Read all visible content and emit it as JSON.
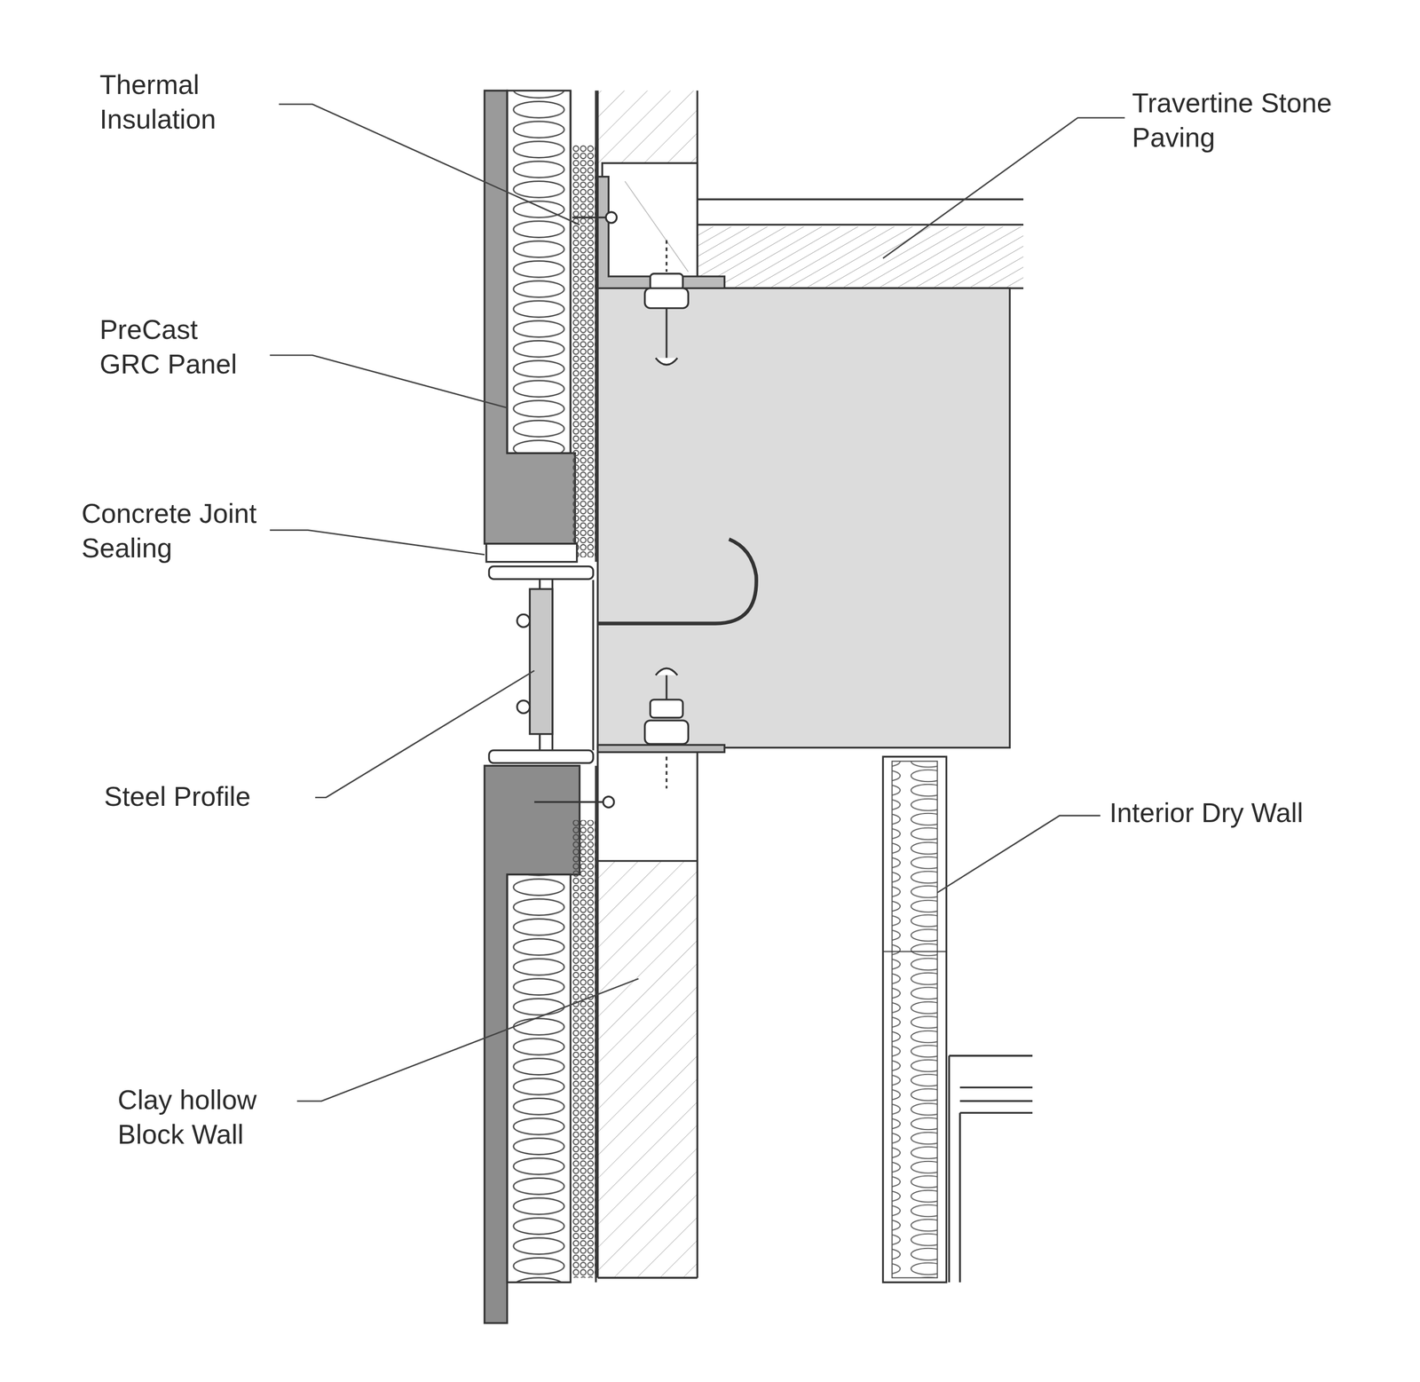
{
  "diagram": {
    "labels": [
      "Thermal Insulation",
      "Travertine Stone Paving",
      "PreCast GRC Panel",
      "Concrete Joint Sealing",
      "Steel Profile",
      "Interior Dry Wall",
      "Clay hollow Block Wall"
    ]
  }
}
